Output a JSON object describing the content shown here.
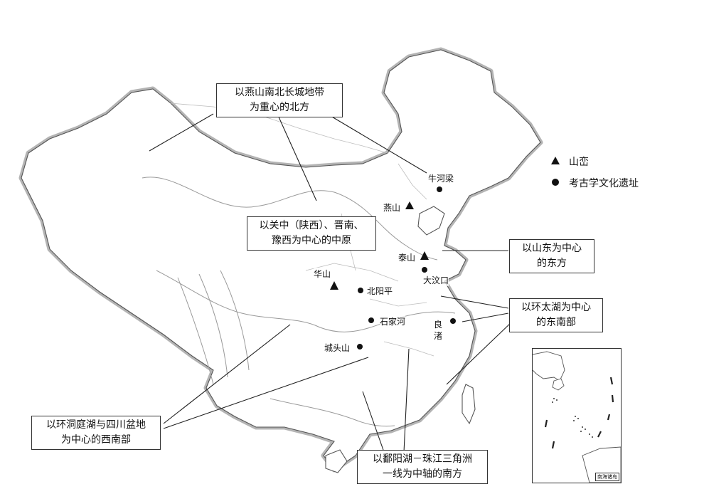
{
  "legend": {
    "mountain_label": "山峦",
    "site_label": "考古学文化遗址"
  },
  "regions": [
    {
      "id": "north",
      "lines": [
        "以燕山南北长城地带",
        "为重心的北方"
      ]
    },
    {
      "id": "central",
      "lines": [
        "以关中（陕西）、晋南、",
        "豫西为中心的中原"
      ]
    },
    {
      "id": "east",
      "lines": [
        "以山东为中心",
        "的东方"
      ]
    },
    {
      "id": "southeast",
      "lines": [
        "以环太湖为中心",
        "的东南部"
      ]
    },
    {
      "id": "southwest",
      "lines": [
        "以环洞庭湖与四川盆地",
        "为中心的西南部"
      ]
    },
    {
      "id": "south",
      "lines": [
        "以鄱阳湖－珠江三角洲",
        "一线为中轴的南方"
      ]
    }
  ],
  "mountains": [
    {
      "id": "yanshan",
      "label": "燕山"
    },
    {
      "id": "taishan",
      "label": "泰山"
    },
    {
      "id": "huashan",
      "label": "华山"
    }
  ],
  "sites": [
    {
      "id": "niuheliang",
      "label": "牛河梁"
    },
    {
      "id": "dawenkou",
      "label": "大汶口"
    },
    {
      "id": "beiyangping",
      "label": "北阳平"
    },
    {
      "id": "shijiahe",
      "label": "石家河"
    },
    {
      "id": "liangzhu",
      "label": "良渚"
    },
    {
      "id": "chengtoushan",
      "label": "城头山"
    }
  ],
  "inset": {
    "label": "南海诸岛"
  }
}
